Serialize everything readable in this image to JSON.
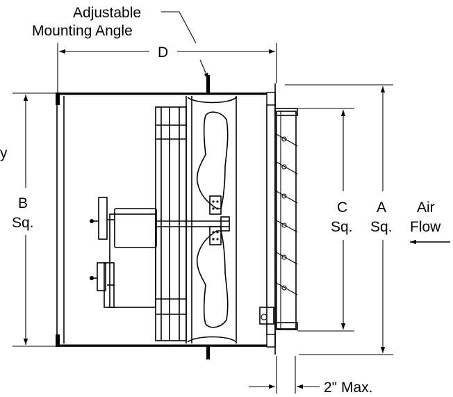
{
  "labels": {
    "mounting_angle_line1": "Adjustable",
    "mounting_angle_line2": "Mounting Angle",
    "dim_d": "D",
    "dim_b_line1": "B",
    "dim_b_line2": "Sq.",
    "dim_c_line1": "C",
    "dim_c_line2": "Sq.",
    "dim_a_line1": "A",
    "dim_a_line2": "Sq.",
    "airflow_line1": "Air",
    "airflow_line2": "Flow",
    "max_offset": "2\" Max.",
    "cut_letter": "y"
  },
  "colors": {
    "line": "#000000",
    "background": "#ffffff"
  }
}
